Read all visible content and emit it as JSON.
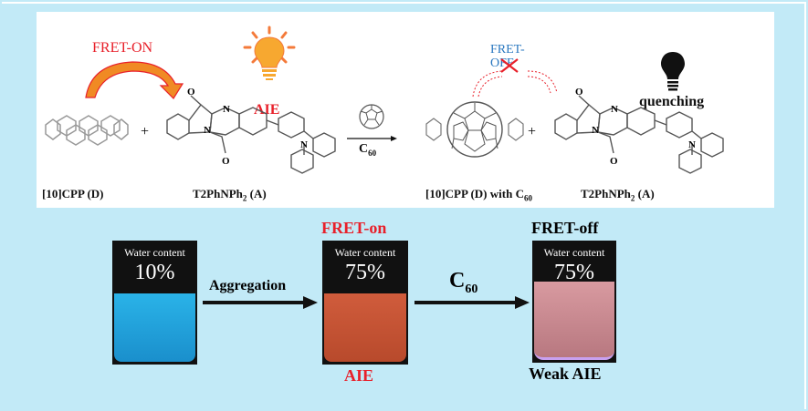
{
  "top_scheme": {
    "fret_on_label": "FRET-ON",
    "aie_label": "AIE",
    "plus": "+",
    "reagent_label": "C",
    "reagent_sub": "60",
    "fret_off_label_line1": "FRET-",
    "fret_off_label_line2": "OFF",
    "quenching_label": "quenching",
    "donor_label": "[10]CPP (D)",
    "acceptor_label_main": "T2PhNPh",
    "acceptor_label_sub": "2",
    "acceptor_label_suffix": " (A)",
    "donor_with_c60_label": "[10]CPP (D) with C",
    "donor_with_c60_sub": "60",
    "atoms": {
      "o": "O",
      "n": "N"
    },
    "icons": [
      "lightbulb-on-icon",
      "lightbulb-off-icon",
      "fullerene-c60-icon",
      "curved-arrow-icon",
      "blocked-transfer-icon"
    ]
  },
  "bottom_scheme": {
    "vials": [
      {
        "caption_top": "",
        "water_label": "Water content",
        "percent": "10%",
        "caption_bottom": "",
        "color": "#1a9fd6"
      },
      {
        "caption_top": "FRET-on",
        "water_label": "Water content",
        "percent": "75%",
        "caption_bottom": "AIE",
        "color": "#c0553a"
      },
      {
        "caption_top": "FRET-off",
        "water_label": "Water content",
        "percent": "75%",
        "caption_bottom": "Weak AIE",
        "color": "#c9949a"
      }
    ],
    "arrow1_label": "Aggregation",
    "arrow2_label": "C",
    "arrow2_sub": "60"
  },
  "colors": {
    "background": "#c2eaf7",
    "red": "#e8202a",
    "blue": "#2a78c0",
    "bulb": "#f7a830"
  }
}
